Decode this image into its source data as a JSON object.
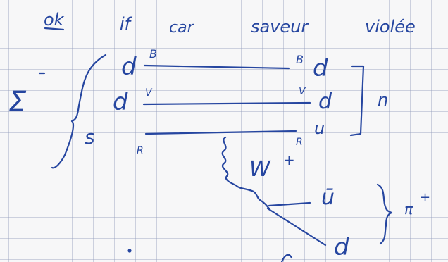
{
  "note": {
    "header_words": [
      "ok",
      "if",
      "car",
      "saveur",
      "violée"
    ],
    "sigma_label": "Σ",
    "sigma_charge": "−",
    "row1": {
      "left": "d",
      "left_super": "B",
      "right_super": "B",
      "right": "d"
    },
    "row2": {
      "left": "d",
      "left_super": "V",
      "right_super": "V",
      "right": "d"
    },
    "row3": {
      "left": "s",
      "left_sub": "R",
      "right_sub": "R",
      "right": "u"
    },
    "group_label": "n",
    "boson": "W",
    "boson_charge": "+",
    "decay_upper": "ū",
    "decay_lower": "d",
    "pion_label": "π",
    "pion_charge": "+"
  },
  "ink_color": "#2646a0"
}
